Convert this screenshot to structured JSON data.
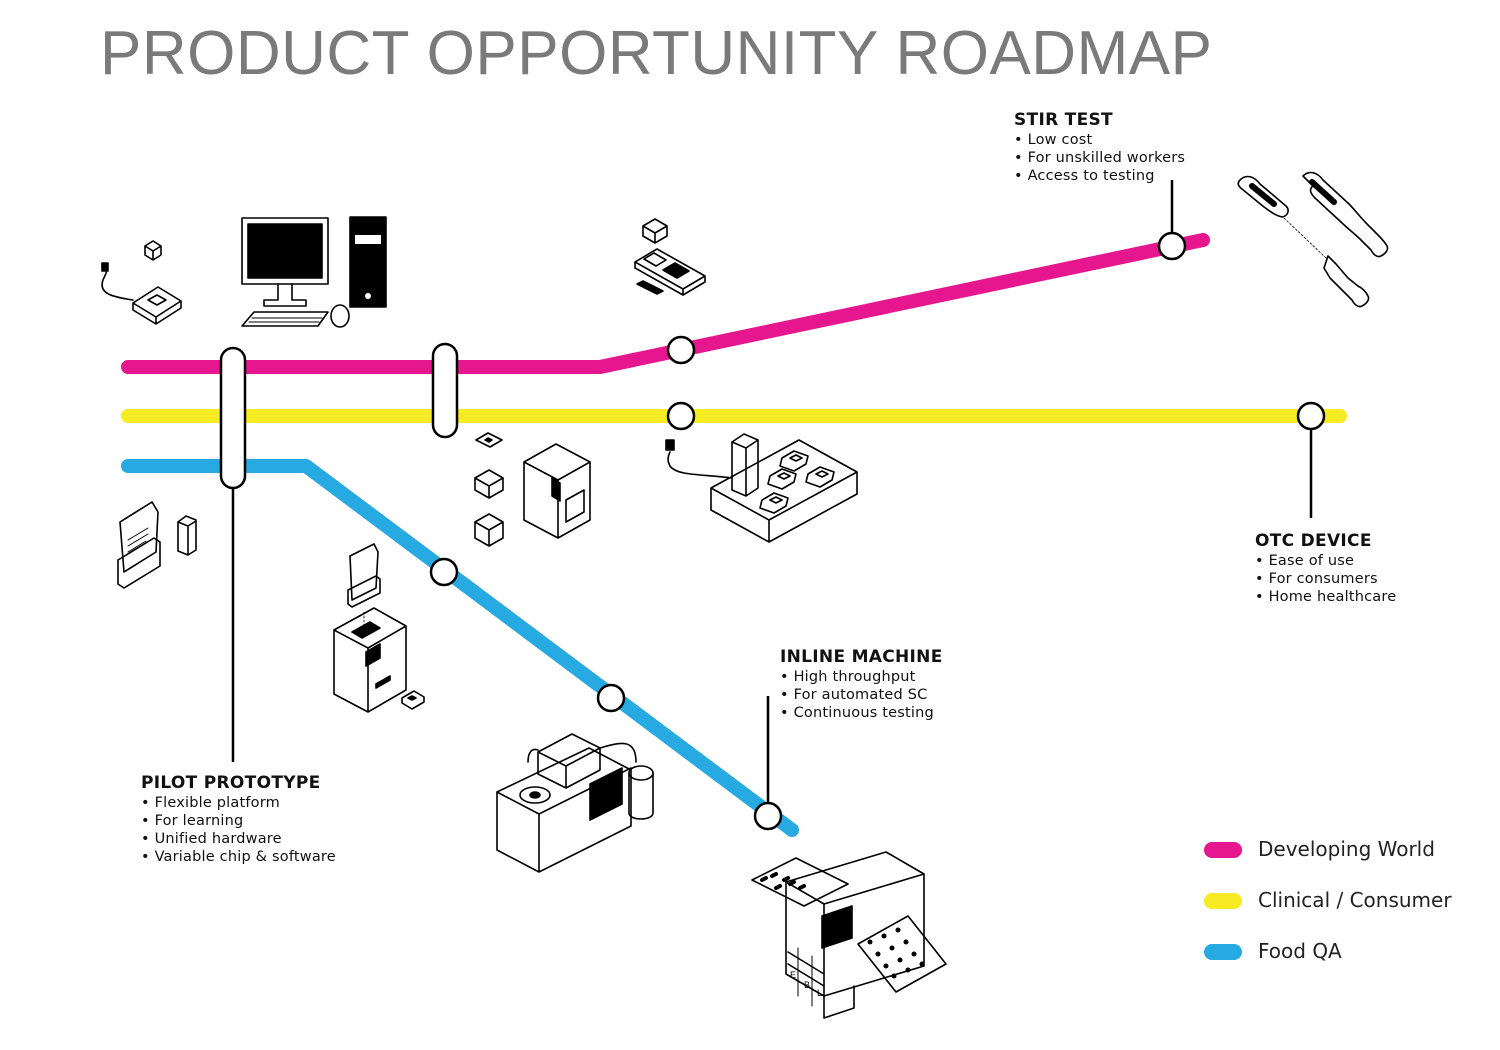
{
  "title": "PRODUCT OPPORTUNITY ROADMAP",
  "colors": {
    "developing_world": "#e6168f",
    "clinical_consumer": "#f7ec23",
    "food_qa": "#27aae1",
    "title": "#7a7a7a"
  },
  "lines": [
    {
      "id": "developing-world",
      "label": "Developing World",
      "color": "#e6168f"
    },
    {
      "id": "clinical-consumer",
      "label": "Clinical / Consumer",
      "color": "#f7ec23"
    },
    {
      "id": "food-qa",
      "label": "Food QA",
      "color": "#27aae1"
    }
  ],
  "callouts": {
    "stir_test": {
      "title": "STIR TEST",
      "bullets": [
        "Low cost",
        "For unskilled workers",
        "Access to testing"
      ]
    },
    "otc_device": {
      "title": "OTC DEVICE",
      "bullets": [
        "Ease of use",
        "For consumers",
        "Home healthcare"
      ]
    },
    "inline_machine": {
      "title": "INLINE MACHINE",
      "bullets": [
        "High throughput",
        "For automated SC",
        "Continuous testing"
      ]
    },
    "pilot_prototype": {
      "title": "PILOT PROTOTYPE",
      "bullets": [
        "Flexible platform",
        "For learning",
        "Unified hardware",
        "Variable chip & software"
      ]
    }
  },
  "illustration_labels": [
    "E",
    "B",
    "L"
  ]
}
